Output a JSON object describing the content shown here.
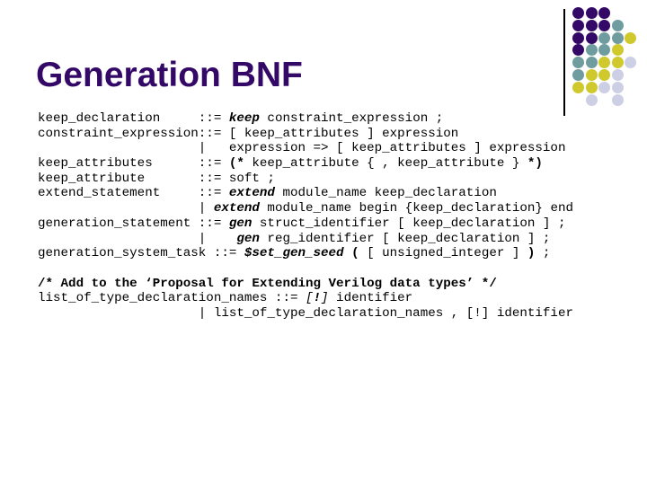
{
  "slide": {
    "title": "Generation BNF",
    "title_color": "#330866",
    "background_color": "#ffffff"
  },
  "code": {
    "font_color": "#000000",
    "lines": [
      {
        "segments": [
          {
            "t": "keep_declaration     ::= ",
            "s": ""
          },
          {
            "t": "keep",
            "s": "bi"
          },
          {
            "t": " constraint_expression ;",
            "s": ""
          }
        ]
      },
      {
        "segments": [
          {
            "t": "constraint_expression::= [ keep_attributes ] expression",
            "s": ""
          }
        ]
      },
      {
        "segments": [
          {
            "t": "                     |   expression => [ keep_attributes ] expression",
            "s": ""
          }
        ]
      },
      {
        "segments": [
          {
            "t": "keep_attributes      ::= ",
            "s": ""
          },
          {
            "t": "(*",
            "s": "b"
          },
          {
            "t": " keep_attribute { , keep_attribute } ",
            "s": ""
          },
          {
            "t": "*)",
            "s": "b"
          }
        ]
      },
      {
        "segments": [
          {
            "t": "keep_attribute       ::= soft ;",
            "s": ""
          }
        ]
      },
      {
        "segments": [
          {
            "t": "extend_statement     ::= ",
            "s": ""
          },
          {
            "t": "extend",
            "s": "bi"
          },
          {
            "t": " module_name keep_declaration",
            "s": ""
          }
        ]
      },
      {
        "segments": [
          {
            "t": "                     | ",
            "s": ""
          },
          {
            "t": "extend",
            "s": "bi"
          },
          {
            "t": " module_name begin {keep_declaration} end",
            "s": ""
          }
        ]
      },
      {
        "segments": [
          {
            "t": "generation_statement ::= ",
            "s": ""
          },
          {
            "t": "gen",
            "s": "bi"
          },
          {
            "t": " struct_identifier [ keep_declaration ] ;",
            "s": ""
          }
        ]
      },
      {
        "segments": [
          {
            "t": "                     |    ",
            "s": ""
          },
          {
            "t": "gen",
            "s": "bi"
          },
          {
            "t": " reg_identifier [ keep_declaration ] ;",
            "s": ""
          }
        ]
      },
      {
        "segments": [
          {
            "t": "generation_system_task ::= ",
            "s": ""
          },
          {
            "t": "$set_gen_seed",
            "s": "bi"
          },
          {
            "t": " ",
            "s": ""
          },
          {
            "t": "(",
            "s": "b"
          },
          {
            "t": " [ unsigned_integer ] ",
            "s": ""
          },
          {
            "t": ")",
            "s": "b"
          },
          {
            "t": " ;",
            "s": ""
          }
        ]
      },
      {
        "segments": []
      },
      {
        "segments": [
          {
            "t": "/* Add to the ‘Proposal for Extending Verilog data types’ */",
            "s": "b"
          }
        ]
      },
      {
        "segments": [
          {
            "t": "list_of_type_declaration_names ::= ",
            "s": ""
          },
          {
            "t": "[",
            "s": "i"
          },
          {
            "t": "!",
            "s": "bi"
          },
          {
            "t": "]",
            "s": "i"
          },
          {
            "t": " identifier",
            "s": ""
          }
        ]
      },
      {
        "segments": [
          {
            "t": "                     | list_of_type_declaration_names , [!] identifier",
            "s": ""
          }
        ]
      }
    ]
  },
  "decoration": {
    "line_color": "#000000",
    "colors": {
      "P": "#330866",
      "T": "#6e9c9f",
      "Y": "#cfc92e",
      "L": "#cdd0e5"
    },
    "pattern": [
      "PPP..",
      "PPPT.",
      "PPTTY",
      "PTTY.",
      "TTYYL",
      "TYYL.",
      "YYLL.",
      ".L.L."
    ],
    "col_step": 14.5,
    "row_step": 13.8
  }
}
